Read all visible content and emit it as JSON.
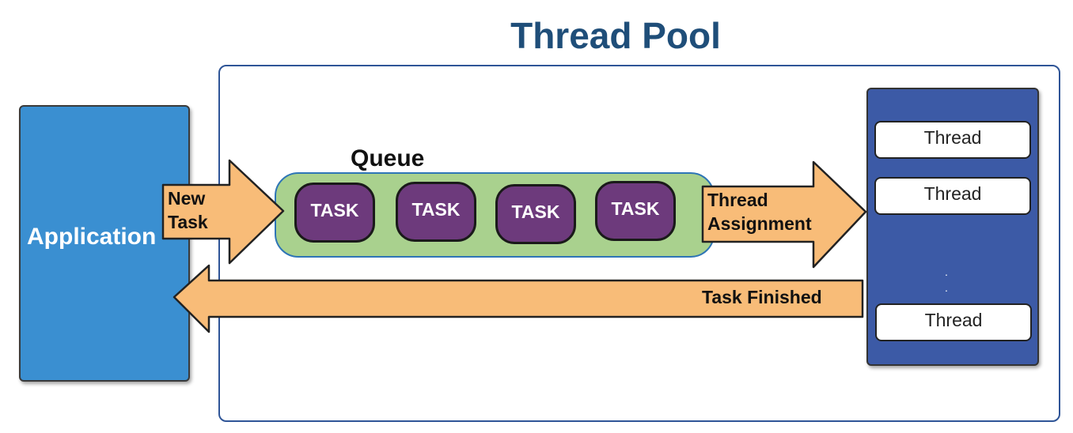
{
  "title": "Thread Pool",
  "application": {
    "label": "Application"
  },
  "queue": {
    "label": "Queue",
    "tasks": [
      "TASK",
      "TASK",
      "TASK",
      "TASK"
    ]
  },
  "arrows": {
    "new_task": [
      "New",
      "Task"
    ],
    "thread_assignment": [
      "Thread",
      "Assignment"
    ],
    "task_finished": "Task Finished"
  },
  "threads": [
    "Thread",
    "Thread",
    "Thread"
  ],
  "colors": {
    "title": "#1f4e79",
    "application": "#3a8fd1",
    "threads_panel": "#3c5aa6",
    "queue": "#a9d18e",
    "task": "#6d3a7c",
    "arrow": "#f8bc78"
  }
}
